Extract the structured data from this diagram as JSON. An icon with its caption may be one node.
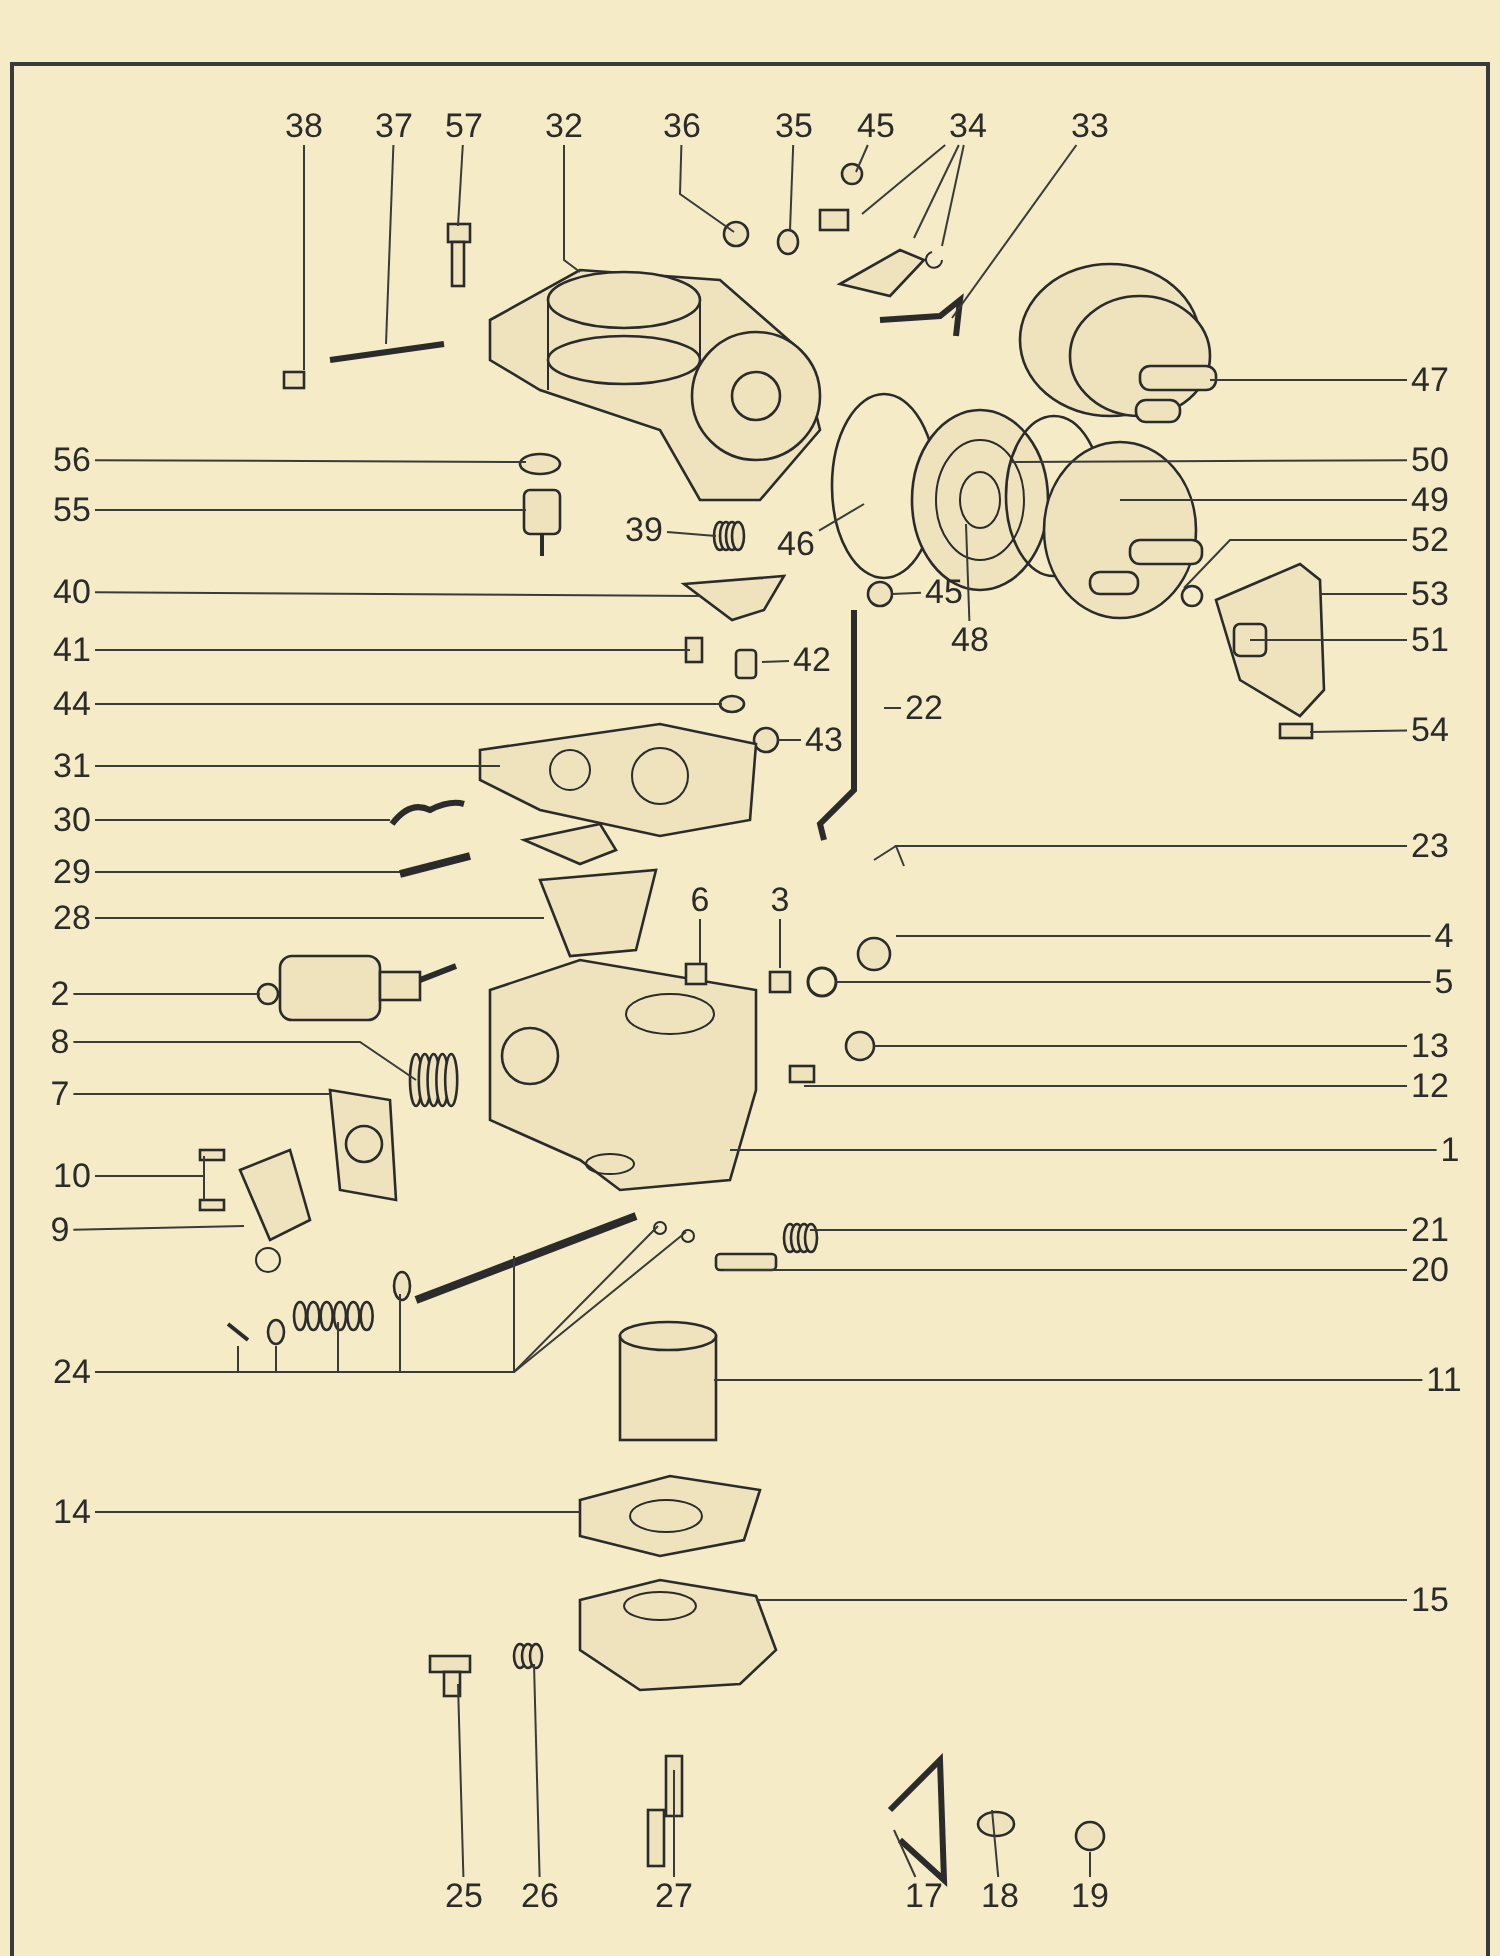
{
  "diagram": {
    "nodes": [
      {
        "text": [
          "38"
        ]
      },
      {
        "text": [
          "37"
        ]
      },
      {
        "text": [
          "57"
        ]
      },
      {
        "text": [
          "32"
        ]
      },
      {
        "text": [
          "36"
        ]
      },
      {
        "text": [
          "35"
        ]
      },
      {
        "text": [
          "45"
        ]
      },
      {
        "text": [
          "34"
        ]
      },
      {
        "text": [
          "33"
        ]
      },
      {
        "text": [
          "47"
        ]
      },
      {
        "text": [
          "56"
        ]
      },
      {
        "text": [
          "50"
        ]
      },
      {
        "text": [
          "49"
        ]
      },
      {
        "text": [
          "55"
        ]
      },
      {
        "text": [
          "39"
        ]
      },
      {
        "text": [
          "46"
        ]
      },
      {
        "text": [
          "52"
        ]
      },
      {
        "text": [
          "40"
        ]
      },
      {
        "text": [
          "45"
        ]
      },
      {
        "text": [
          "53"
        ]
      },
      {
        "text": [
          "48"
        ]
      },
      {
        "text": [
          "51"
        ]
      },
      {
        "text": [
          "41"
        ]
      },
      {
        "text": [
          "42"
        ]
      },
      {
        "text": [
          "44"
        ]
      },
      {
        "text": [
          "22"
        ]
      },
      {
        "text": [
          "54"
        ]
      },
      {
        "text": [
          "43"
        ]
      },
      {
        "text": [
          "31"
        ]
      },
      {
        "text": [
          "30"
        ]
      },
      {
        "text": [
          "23"
        ]
      },
      {
        "text": [
          "29"
        ]
      },
      {
        "text": [
          "6"
        ]
      },
      {
        "text": [
          "3"
        ]
      },
      {
        "text": [
          "28"
        ]
      },
      {
        "text": [
          "4"
        ]
      },
      {
        "text": [
          "5"
        ]
      },
      {
        "text": [
          "2"
        ]
      },
      {
        "text": [
          "8"
        ]
      },
      {
        "text": [
          "13"
        ]
      },
      {
        "text": [
          "12"
        ]
      },
      {
        "text": [
          "7"
        ]
      },
      {
        "text": [
          "1"
        ]
      },
      {
        "text": [
          "10"
        ]
      },
      {
        "text": [
          "9"
        ]
      },
      {
        "text": [
          "21"
        ]
      },
      {
        "text": [
          "20"
        ]
      },
      {
        "text": [
          "24"
        ]
      },
      {
        "text": [
          "11"
        ]
      },
      {
        "text": [
          "14"
        ]
      },
      {
        "text": [
          "15"
        ]
      },
      {
        "text": [
          "25"
        ]
      },
      {
        "text": [
          "26"
        ]
      },
      {
        "text": [
          "27"
        ]
      },
      {
        "text": [
          "17"
        ]
      },
      {
        "text": [
          "18"
        ]
      },
      {
        "text": [
          "19"
        ]
      }
    ],
    "edges": [
      {
        "from": 0,
        "to": null,
        "arrow": "none"
      },
      {
        "from": 1,
        "to": null,
        "arrow": "none"
      },
      {
        "from": 2,
        "to": null,
        "arrow": "none"
      },
      {
        "from": 3,
        "to": null,
        "arrow": "none"
      },
      {
        "from": 4,
        "to": null,
        "arrow": "none"
      },
      {
        "from": 5,
        "to": null,
        "arrow": "none"
      },
      {
        "from": 6,
        "to": null,
        "arrow": "none"
      },
      {
        "from": 7,
        "to": null,
        "arrow": "none"
      },
      {
        "from": 7,
        "to": null,
        "arrow": "none"
      },
      {
        "from": 7,
        "to": null,
        "arrow": "none"
      },
      {
        "from": 8,
        "to": null,
        "arrow": "none"
      },
      {
        "from": 9,
        "to": null,
        "arrow": "none"
      },
      {
        "from": 10,
        "to": null,
        "arrow": "none"
      },
      {
        "from": 11,
        "to": null,
        "arrow": "none"
      },
      {
        "from": 12,
        "to": null,
        "arrow": "none"
      },
      {
        "from": 13,
        "to": null,
        "arrow": "none"
      },
      {
        "from": 14,
        "to": null,
        "arrow": "none"
      },
      {
        "from": 15,
        "to": null,
        "arrow": "none"
      },
      {
        "from": 16,
        "to": null,
        "arrow": "none"
      },
      {
        "from": 17,
        "to": null,
        "arrow": "none"
      },
      {
        "from": 18,
        "to": null,
        "arrow": "none"
      },
      {
        "from": 19,
        "to": null,
        "arrow": "none"
      },
      {
        "from": 20,
        "to": null,
        "arrow": "none"
      },
      {
        "from": 21,
        "to": null,
        "arrow": "none"
      },
      {
        "from": 22,
        "to": null,
        "arrow": "none"
      },
      {
        "from": 23,
        "to": null,
        "arrow": "none"
      },
      {
        "from": 24,
        "to": null,
        "arrow": "none"
      },
      {
        "from": 25,
        "to": null,
        "arrow": "none"
      },
      {
        "from": 26,
        "to": null,
        "arrow": "none"
      },
      {
        "from": 27,
        "to": null,
        "arrow": "none"
      },
      {
        "from": 28,
        "to": null,
        "arrow": "none"
      },
      {
        "from": 29,
        "to": null,
        "arrow": "none"
      },
      {
        "from": 30,
        "to": null,
        "arrow": "none"
      },
      {
        "from": 30,
        "to": null,
        "arrow": "none"
      },
      {
        "from": 31,
        "to": null,
        "arrow": "none"
      },
      {
        "from": 32,
        "to": null,
        "arrow": "none"
      },
      {
        "from": 33,
        "to": null,
        "arrow": "none"
      },
      {
        "from": 34,
        "to": null,
        "arrow": "none"
      },
      {
        "from": 35,
        "to": null,
        "arrow": "none"
      },
      {
        "from": 36,
        "to": null,
        "arrow": "none"
      },
      {
        "from": 37,
        "to": null,
        "arrow": "none"
      },
      {
        "from": 38,
        "to": null,
        "arrow": "none"
      },
      {
        "from": 39,
        "to": null,
        "arrow": "none"
      },
      {
        "from": 40,
        "to": null,
        "arrow": "none"
      },
      {
        "from": 41,
        "to": null,
        "arrow": "none"
      },
      {
        "from": 42,
        "to": null,
        "arrow": "none"
      },
      {
        "from": 43,
        "to": null,
        "arrow": "none"
      },
      {
        "from": 43,
        "to": null,
        "arrow": "none"
      },
      {
        "from": 44,
        "to": null,
        "arrow": "none"
      },
      {
        "from": 45,
        "to": null,
        "arrow": "none"
      },
      {
        "from": 46,
        "to": null,
        "arrow": "none"
      },
      {
        "from": 47,
        "to": null,
        "arrow": "none"
      },
      {
        "from": 47,
        "to": null,
        "arrow": "none"
      },
      {
        "from": 47,
        "to": null,
        "arrow": "none"
      },
      {
        "from": 47,
        "to": null,
        "arrow": "none"
      },
      {
        "from": 47,
        "to": null,
        "arrow": "none"
      },
      {
        "from": 47,
        "to": null,
        "arrow": "none"
      },
      {
        "from": 47,
        "to": null,
        "arrow": "none"
      },
      {
        "from": 48,
        "to": null,
        "arrow": "none"
      },
      {
        "from": 49,
        "to": null,
        "arrow": "none"
      },
      {
        "from": 50,
        "to": null,
        "arrow": "none"
      },
      {
        "from": 51,
        "to": null,
        "arrow": "none"
      },
      {
        "from": 52,
        "to": null,
        "arrow": "none"
      },
      {
        "from": 53,
        "to": null,
        "arrow": "none"
      },
      {
        "from": 54,
        "to": null,
        "arrow": "none"
      },
      {
        "from": 55,
        "to": null,
        "arrow": "none"
      },
      {
        "from": 56,
        "to": null,
        "arrow": "none"
      }
    ]
  }
}
